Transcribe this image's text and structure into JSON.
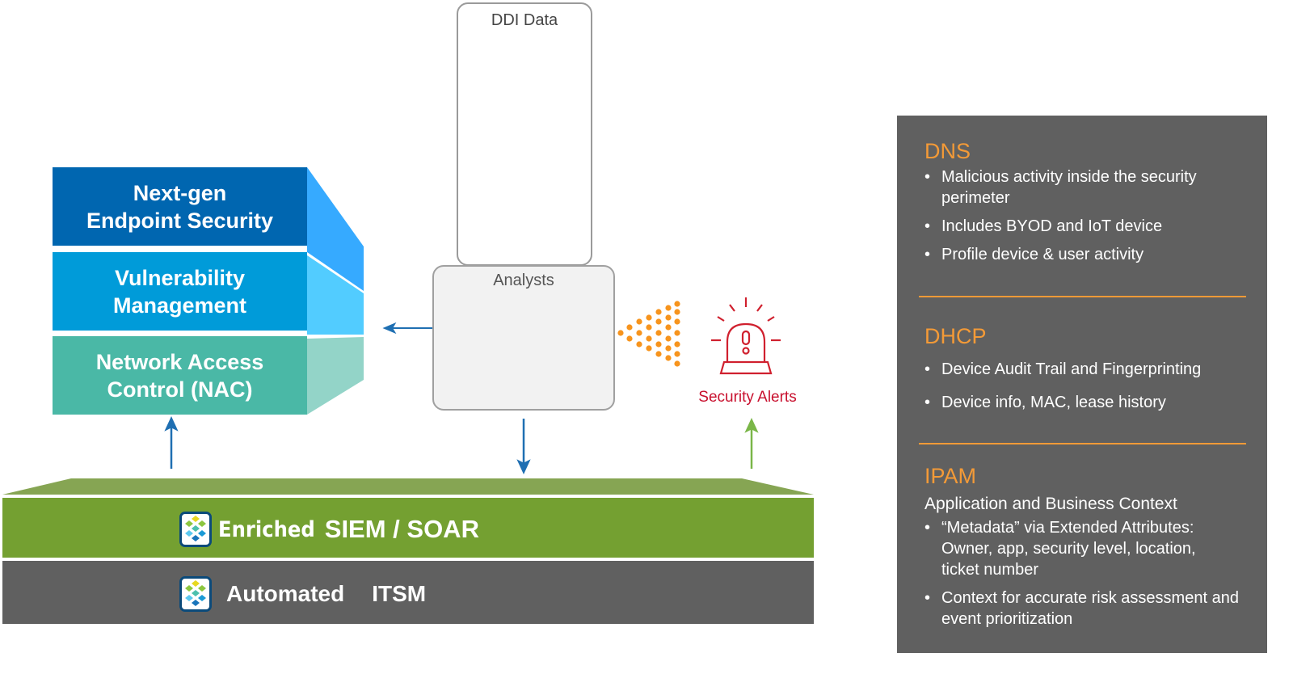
{
  "ddi": {
    "title": "DDI Data",
    "icons": [
      "fingerprint-icon",
      "compass-icon"
    ]
  },
  "analysts": {
    "title": "Analysts",
    "icon": "analyst-laptop-icon"
  },
  "alerts": {
    "label": "Security Alerts",
    "icon": "siren-alarm-icon"
  },
  "stack": {
    "layers": [
      {
        "line1": "Next-gen",
        "line2": "Endpoint Security",
        "color": "#0066b0",
        "side_color": "#36aaff"
      },
      {
        "line1": "Vulnerability",
        "line2": "Management",
        "color": "#009bd9",
        "side_color": "#52ccff"
      },
      {
        "line1": "Network Access",
        "line2": "Control (NAC)",
        "color": "#4ab8a6",
        "side_color": "#93d4c8"
      }
    ]
  },
  "platform": {
    "siem": {
      "prefix": "Enriched",
      "main": "SIEM / SOAR",
      "color": "#74a031"
    },
    "itsm": {
      "prefix": "Automated",
      "main": "ITSM",
      "color": "#606060"
    }
  },
  "panel": {
    "accent": "#f39a37",
    "sections": [
      {
        "title": "DNS",
        "bullets": [
          "Malicious activity inside the security perimeter",
          "Includes BYOD and IoT device",
          "Profile device & user activity"
        ]
      },
      {
        "title": "DHCP",
        "bullets": [
          "Device Audit Trail and Fingerprinting",
          "Device info, MAC, lease history"
        ]
      },
      {
        "title": "IPAM",
        "subtitle": "Application and Business Context",
        "bullets": [
          "“Metadata” via Extended Attributes: Owner, app, security level, location, ticket number",
          "Context for accurate risk assessment and event prioritization"
        ]
      }
    ]
  }
}
